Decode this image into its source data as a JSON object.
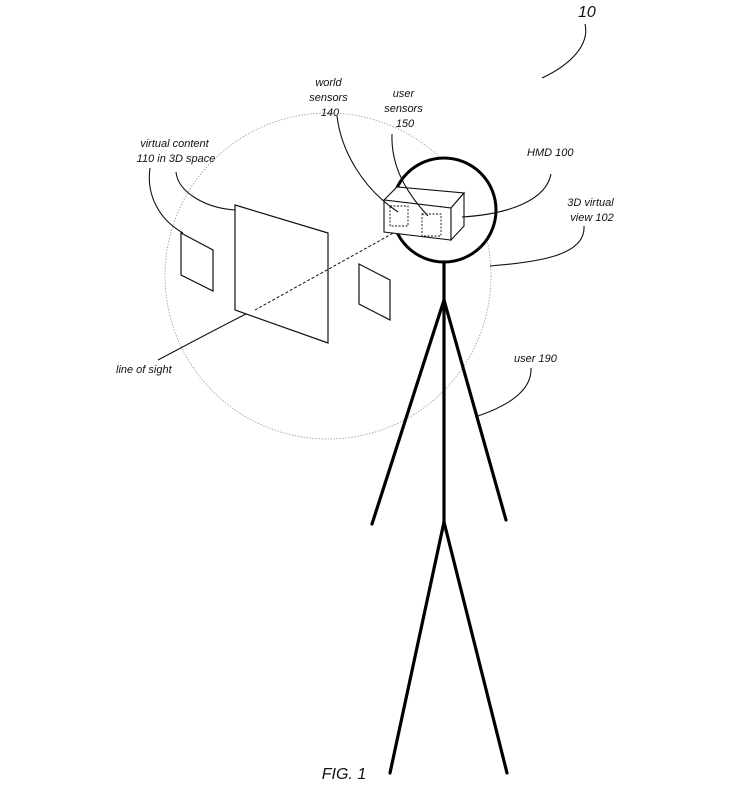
{
  "figure": {
    "ref_number": "10",
    "caption": "FIG. 1",
    "labels": {
      "world_sensors": [
        "world",
        "sensors",
        "140"
      ],
      "user_sensors": [
        "user",
        "sensors",
        "150"
      ],
      "virtual_content": [
        "virtual content",
        "110 in 3D space"
      ],
      "hmd": "HMD 100",
      "virtual_view": [
        "3D virtual",
        "view 102"
      ],
      "line_of_sight": "line of sight",
      "user": "user 190"
    }
  }
}
